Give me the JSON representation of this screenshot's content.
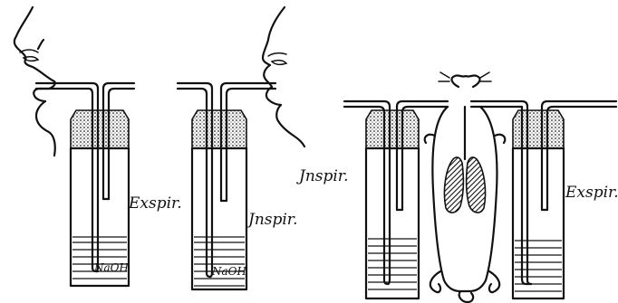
{
  "labels": {
    "exspir_left": "Exspir.",
    "inspir_middle": "Jnspir.",
    "inspir_right": "Jnspir.",
    "exspir_right": "Exspir.",
    "naoh_1": "NaOH",
    "naoh_2": "NaOH"
  },
  "colors": {
    "ink": "#111111",
    "background": "#ffffff"
  }
}
